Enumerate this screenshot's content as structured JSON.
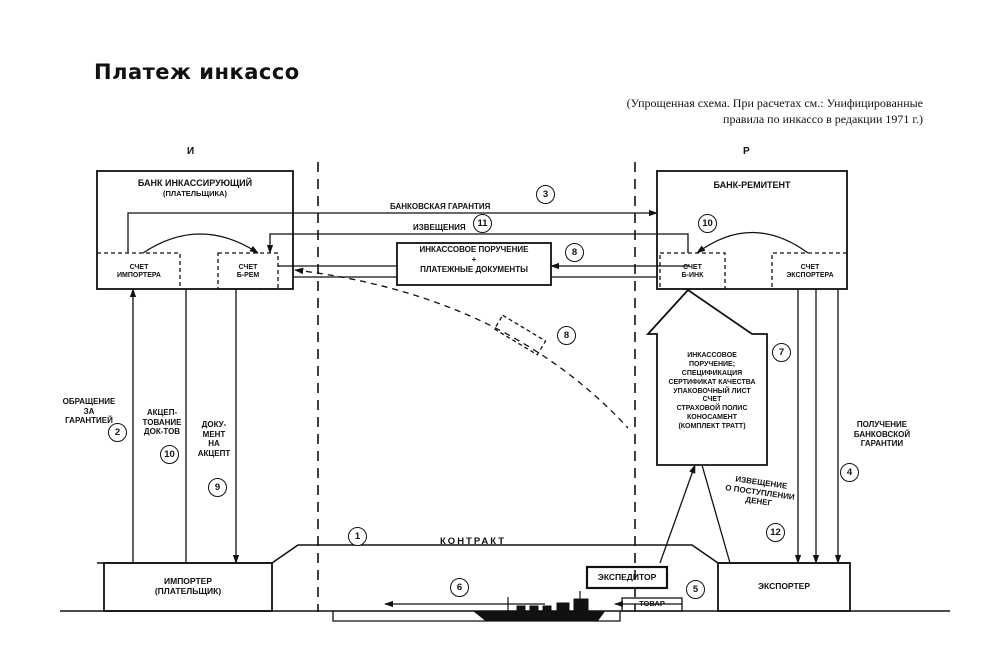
{
  "title": "Платеж инкассо",
  "subtitle": {
    "line1": "(Упрощенная схема. При расчетах см.: Унифицированные",
    "line2": "правила по инкассо в редакции 1971 г.)"
  },
  "sides": {
    "left": "И",
    "right": "Р"
  },
  "collecting_bank": {
    "line1": "БАНК ИНКАССИРУЮЩИЙ",
    "line2": "(ПЛАТЕЛЬЩИКА)"
  },
  "remitting_bank": {
    "line1": "БАНК-РЕМИТЕНТ"
  },
  "accounts": {
    "importer": {
      "line1": "СЧЕТ",
      "line2": "ИМПОРТЕРА"
    },
    "b_rem": {
      "line1": "СЧЕТ",
      "line2": "Б-РЕМ"
    },
    "b_ink": {
      "line1": "СЧЕТ",
      "line2": "Б-ИНК"
    },
    "exporter": {
      "line1": "СЧЕТ",
      "line2": "ЭКСПОРТЕРА"
    }
  },
  "flows": {
    "guarantee": "БАНКОВСКАЯ ГАРАНТИЯ",
    "notices": "ИЗВЕЩЕНИЯ",
    "collection_order": {
      "line1": "ИНКАССОВОЕ ПОРУЧЕНИЕ",
      "line2": "+",
      "line3": "ПЛАТЕЖНЫЕ ДОКУМЕНТЫ"
    },
    "contract": "КОНТРАКТ"
  },
  "documents": [
    "ИНКАССОВОЕ",
    "ПОРУЧЕНИЕ;",
    "СПЕЦИФИКАЦИЯ",
    "СЕРТИФИКАТ КАЧЕСТВА",
    "УПАКОВОЧНЫЙ ЛИСТ",
    "СЧЕТ",
    "СТРАХОВОЙ ПОЛИС",
    "КОНОСАМЕНТ",
    "(КОМПЛЕКТ ТРАТТ)"
  ],
  "labels": {
    "guarantee_request": [
      "ОБРАЩЕНИЕ",
      "ЗА",
      "ГАРАНТИЕЙ"
    ],
    "acceptance": [
      "АКЦЕП-",
      "ТОВАНИЕ",
      "ДОК-ТОВ"
    ],
    "document_for_acceptance": [
      "ДОКУ-",
      "МЕНТ",
      "НА",
      "АКЦЕПТ"
    ],
    "guarantee_receipt": [
      "ПОЛУЧЕНИЕ",
      "БАНКОВСКОЙ",
      "ГАРАНТИИ"
    ],
    "money_notice": [
      "ИЗВЕЩЕНИЕ",
      "О ПОСТУПЛЕНИИ",
      "ДЕНЕГ"
    ]
  },
  "parties": {
    "importer": {
      "line1": "ИМПОРТЕР",
      "line2": "(ПЛАТЕЛЬЩИК)"
    },
    "exporter": "ЭКСПОРТЕР",
    "forwarder": "ЭКСПЕДИТОР",
    "goods": "ТОВАР"
  },
  "steps": {
    "s1": "1",
    "s2": "2",
    "s3": "3",
    "s4": "4",
    "s5": "5",
    "s6": "6",
    "s7": "7",
    "s8a": "8",
    "s8b": "8",
    "s9": "9",
    "s10a": "10",
    "s10b": "10",
    "s11": "11",
    "s12": "12"
  }
}
